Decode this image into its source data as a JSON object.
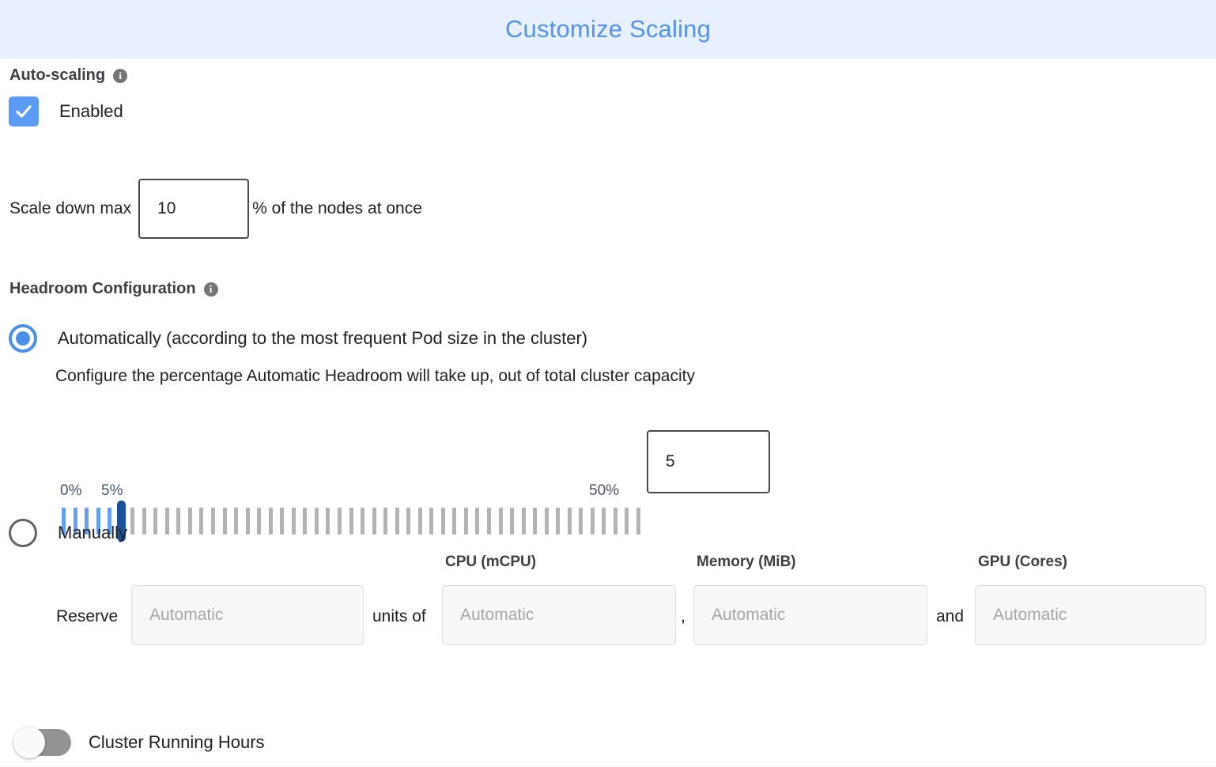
{
  "header": {
    "title": "Customize Scaling",
    "background_color": "#e9f0fd",
    "title_color": "#5192f5"
  },
  "auto_scaling": {
    "heading": "Auto-scaling",
    "info_icon": "info-icon",
    "info_glyph": "i",
    "checkbox_label": "Enabled",
    "checkbox_checked": true,
    "checkbox_color": "#5b9bf5"
  },
  "scale_down": {
    "prefix_label": "Scale down max",
    "value": "10",
    "suffix_label": "% of the nodes at once"
  },
  "headroom": {
    "heading": "Headroom Configuration",
    "info_glyph": "i",
    "option_auto": {
      "label": "Automatically (according to the most frequent Pod size in the cluster)",
      "selected": true,
      "description": "Configure the percentage Automatic Headroom will take up, out of total cluster capacity"
    },
    "option_manual": {
      "label": "Manually",
      "selected": false
    },
    "slider": {
      "min_label": "0%",
      "current_label": "5%",
      "max_label": "50%",
      "min": 0,
      "max": 50,
      "value": 5,
      "tick_count": 51,
      "filled_color": "#63a0f0",
      "empty_color": "#b3b3b3",
      "thumb_color": "#1a4f99"
    },
    "slider_value_box": "5"
  },
  "reserve": {
    "row_label": "Reserve",
    "units_label": "units of",
    "comma": ",",
    "and_label": "and",
    "fields": [
      {
        "name": "units",
        "header": "",
        "placeholder": "Automatic",
        "value": ""
      },
      {
        "name": "cpu",
        "header": "CPU (mCPU)",
        "placeholder": "Automatic",
        "value": ""
      },
      {
        "name": "memory",
        "header": "Memory (MiB)",
        "placeholder": "Automatic",
        "value": ""
      },
      {
        "name": "gpu",
        "header": "GPU (Cores)",
        "placeholder": "Automatic",
        "value": ""
      }
    ]
  },
  "cluster_running_hours": {
    "label": "Cluster Running Hours",
    "enabled": false
  }
}
